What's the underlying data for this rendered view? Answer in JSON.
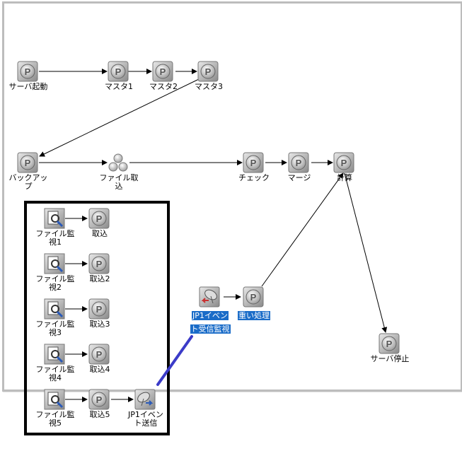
{
  "nodes": {
    "server_start": {
      "label": "サーバ起動",
      "icon": "p-job-icon"
    },
    "master1": {
      "label": "マスタ1",
      "icon": "p-job-icon"
    },
    "master2": {
      "label": "マスタ2",
      "icon": "p-job-icon"
    },
    "master3": {
      "label": "マスタ3",
      "icon": "p-job-icon"
    },
    "backup_l1": {
      "label": "バックアッ",
      "icon": "p-job-icon"
    },
    "backup_l2": {
      "label": "プ"
    },
    "file_import_l1": {
      "label": "ファイル取",
      "icon": "jobnet-icon"
    },
    "file_import_l2": {
      "label": "込"
    },
    "check": {
      "label": "チェック",
      "icon": "p-job-icon"
    },
    "merge": {
      "label": "マージ",
      "icon": "p-job-icon"
    },
    "calc": {
      "label": "計算",
      "icon": "p-job-icon"
    },
    "fw1_l1": {
      "label": "ファイル監",
      "icon": "file-monitor-icon"
    },
    "fw1_l2": {
      "label": "視1"
    },
    "imp1": {
      "label": "取込",
      "icon": "p-job-icon"
    },
    "fw2_l1": {
      "label": "ファイル監",
      "icon": "file-monitor-icon"
    },
    "fw2_l2": {
      "label": "視2"
    },
    "imp2": {
      "label": "取込2",
      "icon": "p-job-icon"
    },
    "fw3_l1": {
      "label": "ファイル監",
      "icon": "file-monitor-icon"
    },
    "fw3_l2": {
      "label": "視3"
    },
    "imp3": {
      "label": "取込3",
      "icon": "p-job-icon"
    },
    "fw4_l1": {
      "label": "ファイル監",
      "icon": "file-monitor-icon"
    },
    "fw4_l2": {
      "label": "視4"
    },
    "imp4": {
      "label": "取込4",
      "icon": "p-job-icon"
    },
    "fw5_l1": {
      "label": "ファイル監",
      "icon": "file-monitor-icon"
    },
    "fw5_l2": {
      "label": "視5"
    },
    "imp5": {
      "label": "取込5",
      "icon": "p-job-icon"
    },
    "send_l1": {
      "label": "JP1イベン",
      "icon": "event-send-icon"
    },
    "send_l2": {
      "label": "ト送信"
    },
    "recv_l1": {
      "label": "JP1イベン",
      "icon": "event-receive-icon"
    },
    "recv_l2": {
      "label": "ト受信監視"
    },
    "heavy": {
      "label": "重い処理",
      "icon": "p-job-icon"
    },
    "server_stop": {
      "label": "サーバ停止",
      "icon": "p-job-icon"
    }
  },
  "colors": {
    "selection": "#1a6cc8",
    "highlight_box": "#000000",
    "annotation_line": "#3b3bc8",
    "frame": "#bdbdbd"
  }
}
